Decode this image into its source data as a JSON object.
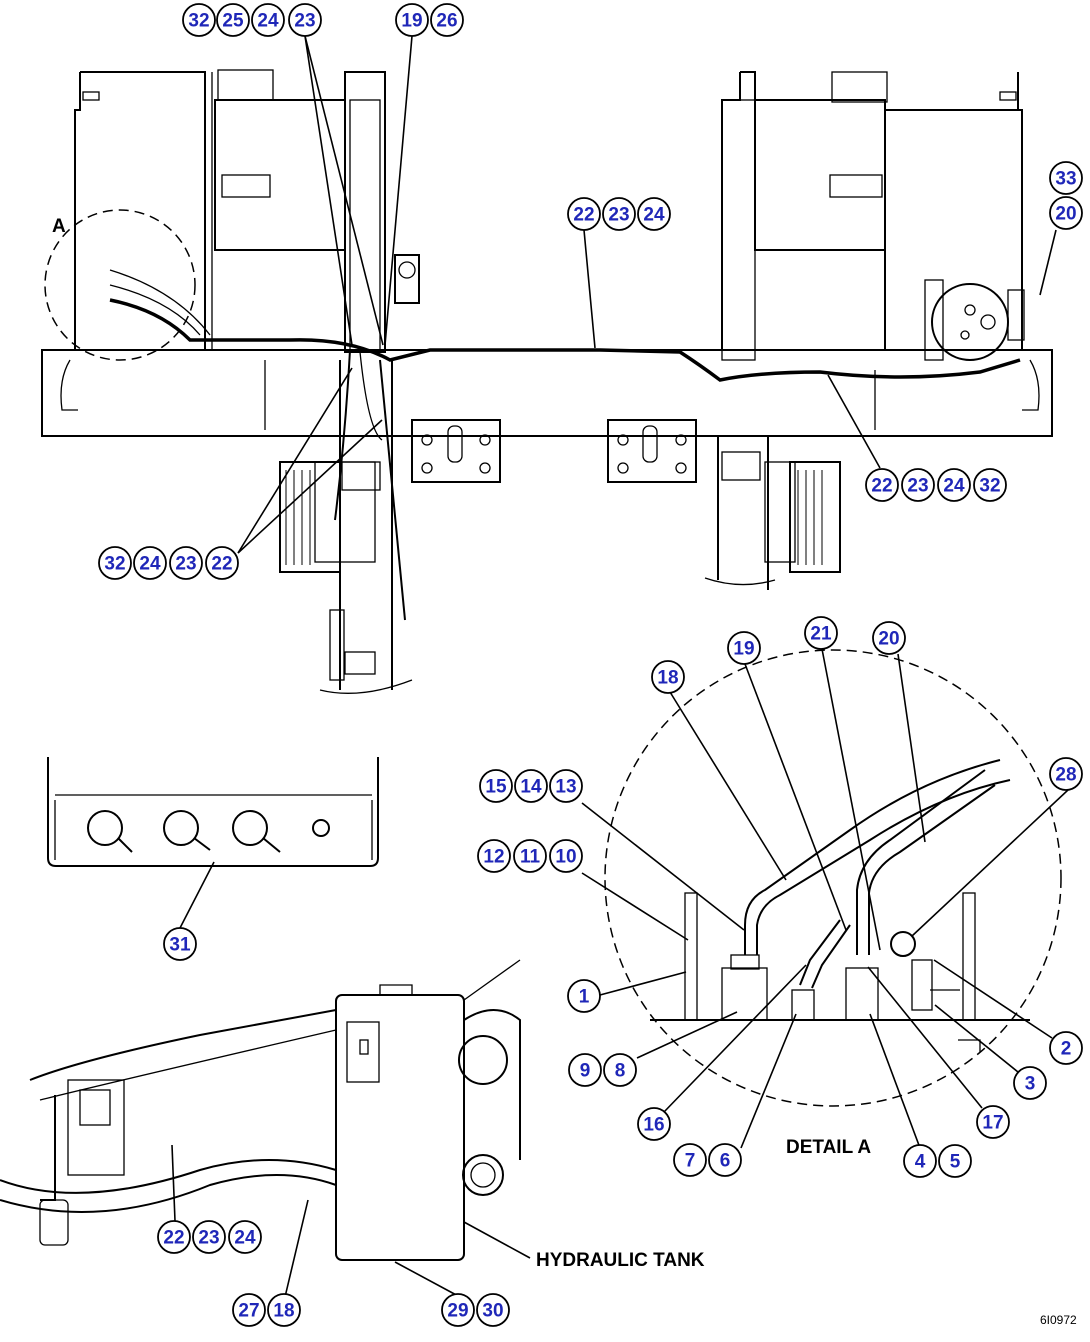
{
  "labels": {
    "detail_a": "DETAIL A",
    "hydraulic_tank": "HYDRAULIC TANK",
    "detail_marker": "A",
    "figure_code": "6I0972"
  },
  "callouts": [
    "32",
    "25",
    "24",
    "23",
    "19",
    "26",
    "22",
    "23",
    "24",
    "33",
    "20",
    "22",
    "23",
    "24",
    "32",
    "32",
    "24",
    "23",
    "22",
    "18",
    "19",
    "21",
    "20",
    "15",
    "14",
    "13",
    "28",
    "12",
    "11",
    "10",
    "1",
    "2",
    "3",
    "9",
    "8",
    "16",
    "17",
    "7",
    "6",
    "4",
    "5",
    "31",
    "22",
    "23",
    "24",
    "27",
    "18",
    "29",
    "30"
  ]
}
